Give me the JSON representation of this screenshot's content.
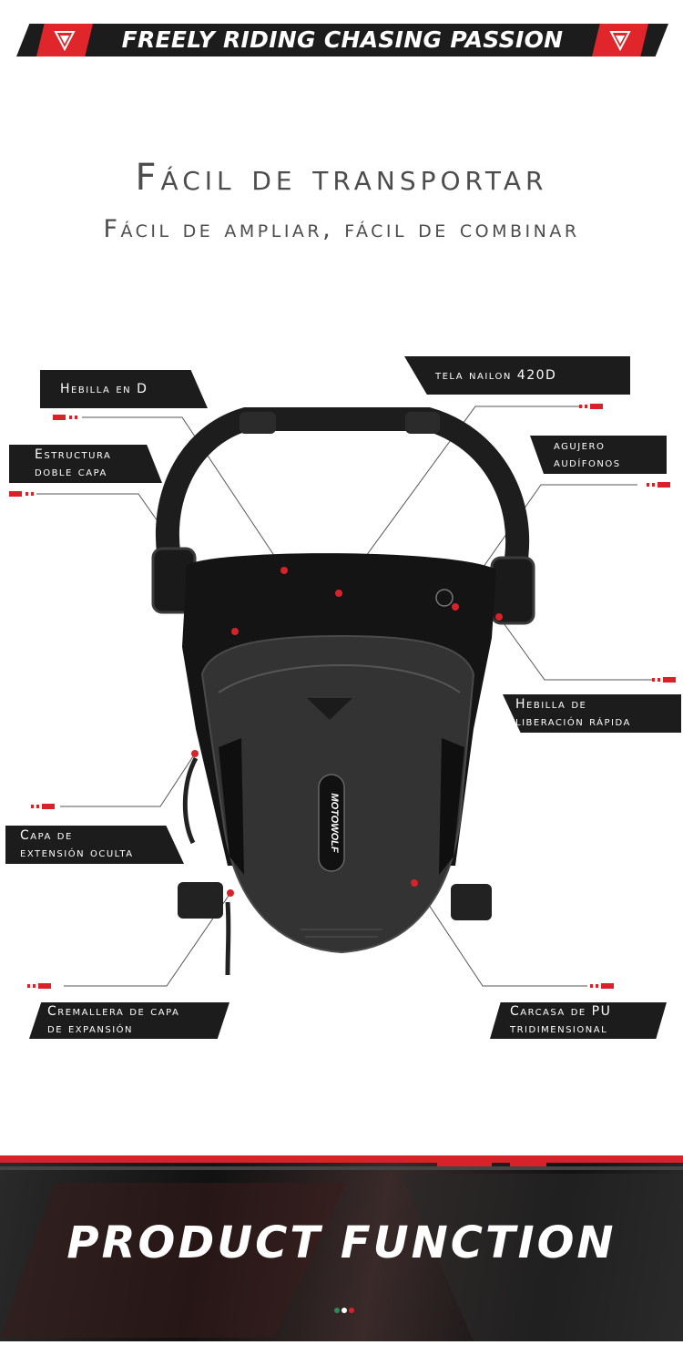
{
  "banner": {
    "title": "FREELY RIDING CHASING PASSION"
  },
  "headings": {
    "title": "Fácil de transportar",
    "subtitle": "Fácil de ampliar, fácil de combinar"
  },
  "product": {
    "brand": "MOTOWOLF"
  },
  "callouts": {
    "d_buckle": "Hebilla en D",
    "nylon": "tela nailon 420D",
    "double_layer_1": "Estructura",
    "double_layer_2": "doble capa",
    "earphone_1": "agujero",
    "earphone_2": "audífonos",
    "quick_release_1": "Hebilla de",
    "quick_release_2": "liberación rápida",
    "hidden_layer_1": "Capa de",
    "hidden_layer_2": "extensión oculta",
    "zipper_1": "Cremallera de capa",
    "zipper_2": "de expansión",
    "shell_1": "Carcasa de PU",
    "shell_2": "tridimensional"
  },
  "footer": {
    "title": "PRODUCT FUNCTION"
  },
  "colors": {
    "accent": "#e0262b",
    "dark": "#1c1c1c",
    "heading": "#4d4d4d"
  }
}
